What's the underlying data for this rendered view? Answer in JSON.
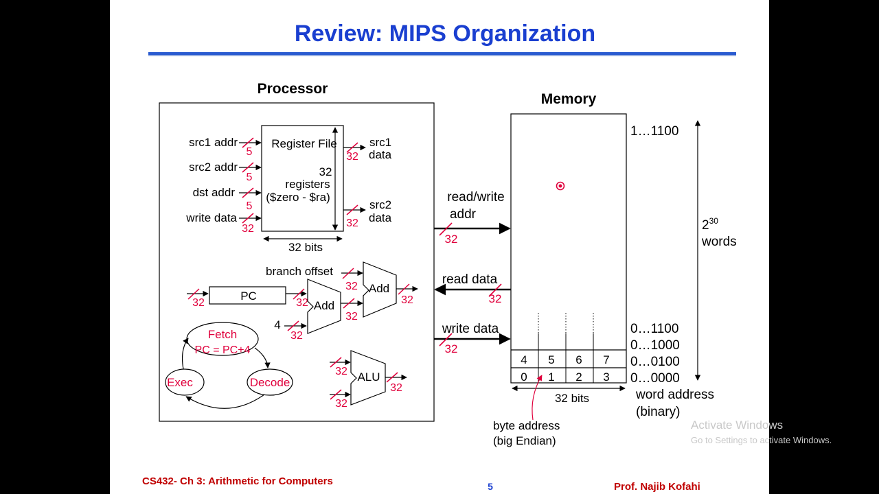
{
  "slide": {
    "title": "Review:  MIPS Organization",
    "footer_left": "CS432- Ch 3: Arithmetic for Computers",
    "page_number": "5",
    "footer_right": "Prof. Najib Kofahi"
  },
  "processor": {
    "heading": "Processor",
    "register_file": {
      "title": "Register File",
      "count": "32",
      "label": "registers",
      "range": "($zero - $ra)",
      "width_label": "32 bits",
      "inputs": [
        {
          "label": "src1 addr",
          "width": "5"
        },
        {
          "label": "src2 addr",
          "width": "5"
        },
        {
          "label": "dst addr",
          "width": "5"
        },
        {
          "label": "write data",
          "width": "32"
        }
      ],
      "outputs": [
        {
          "line1": "src1",
          "line2": "data",
          "width": "32"
        },
        {
          "line1": "src2",
          "line2": "data",
          "width": "32"
        }
      ]
    },
    "pc_section": {
      "branch_offset": "branch offset",
      "pc": "PC",
      "add": "Add",
      "four": "4",
      "bus_width": "32"
    },
    "alu": {
      "label": "ALU",
      "bus_width": "32"
    },
    "cycle": {
      "fetch": "Fetch",
      "fetch_action": "PC = PC+4",
      "exec": "Exec",
      "decode": "Decode"
    }
  },
  "bus": {
    "rw_addr_line1": "read/write",
    "rw_addr_line2": "addr",
    "read_data": "read data",
    "write_data": "write data",
    "width": "32"
  },
  "memory": {
    "heading": "Memory",
    "top_address": "1…1100",
    "size_base": "2",
    "size_exp": "30",
    "size_unit": "words",
    "addresses": [
      "0…1100",
      "0…1000",
      "0…0100",
      "0…0000"
    ],
    "row_upper": [
      "4",
      "5",
      "6",
      "7"
    ],
    "row_lower": [
      "0",
      "1",
      "2",
      "3"
    ],
    "width_label": "32 bits",
    "word_address_line1": "word address",
    "word_address_line2": "(binary)",
    "byte_address_line1": "byte address",
    "byte_address_line2": "(big Endian)"
  },
  "watermark": {
    "title": "Activate Windows",
    "subtitle": "Go to Settings to activate Windows."
  },
  "colors": {
    "title_blue": "#1a3fd0",
    "accent_red": "#e0003c",
    "footer_red": "#c00000"
  }
}
